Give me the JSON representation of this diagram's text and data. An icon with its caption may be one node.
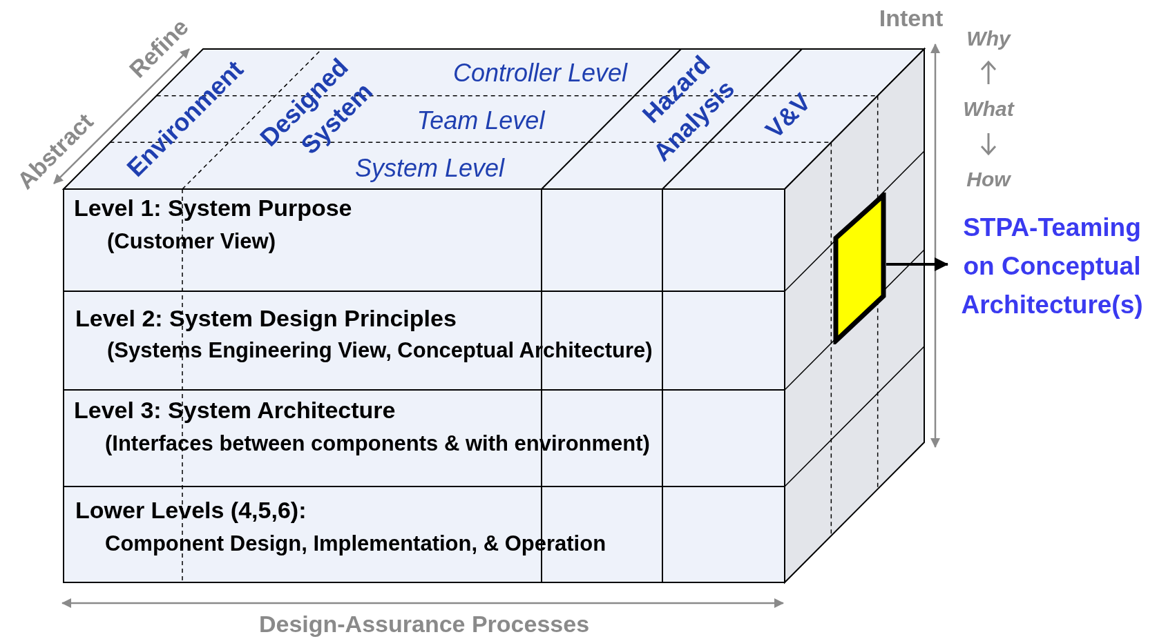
{
  "diagram": {
    "nodes": [
      {
        "text": [
          "Level 1: System Purpose",
          "(Customer View)"
        ]
      },
      {
        "text": [
          "Level 2: System Design Principles",
          "(Systems Engineering View, Conceptual Architecture)"
        ]
      },
      {
        "text": [
          "Level 3: System Architecture",
          "(Interfaces between components & with environment)"
        ]
      },
      {
        "text": [
          "Lower Levels (4,5,6):",
          "Component Design, Implementation, & Operation"
        ]
      },
      {
        "text": [],
        "shape": "box"
      },
      {
        "text": [
          "STPA-Teaming on Conceptual Architecture(s)"
        ]
      }
    ],
    "edges": [
      {
        "from": 4,
        "to": 5,
        "arrow": "to"
      }
    ],
    "labels": [
      "Intent",
      "Why",
      "What",
      "How",
      "Refine",
      "Abstract",
      "Environment",
      "Designed System",
      "Controller Level",
      "Hazard Analysis",
      "V&V",
      "Team Level",
      "System Level",
      "Design-Assurance Processes"
    ]
  }
}
